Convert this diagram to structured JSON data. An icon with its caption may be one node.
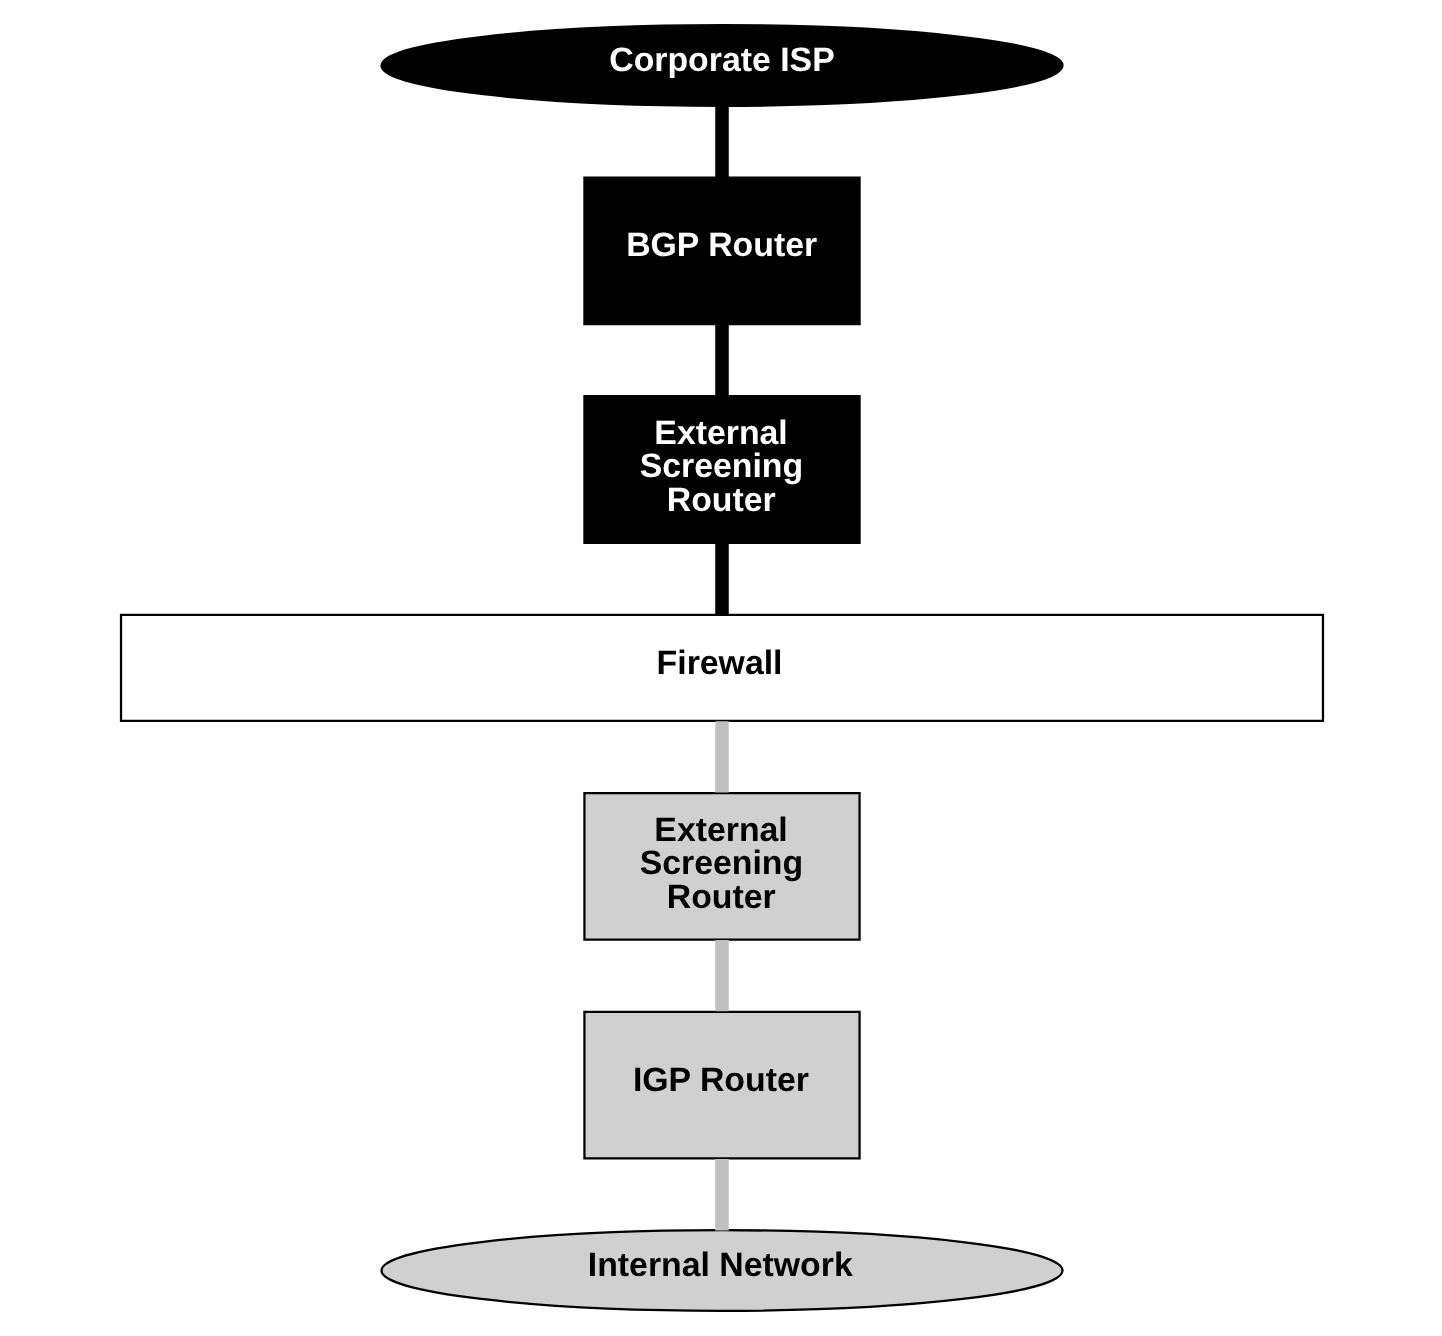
{
  "diagram": {
    "nodes": [
      {
        "text": [
          "Corporate ISP"
        ]
      },
      {
        "text": [
          "BGP Router"
        ]
      },
      {
        "text": [
          "External Screening Router"
        ]
      },
      {
        "text": [
          "Firewall"
        ]
      },
      {
        "text": [
          "External Screening Router"
        ]
      },
      {
        "text": [
          "IGP Router"
        ]
      },
      {
        "text": [
          "Internal Network"
        ]
      }
    ],
    "edges": [
      {
        "from": 0,
        "to": 1,
        "arrow": "none"
      },
      {
        "from": 1,
        "to": 2,
        "arrow": "none"
      },
      {
        "from": 2,
        "to": 3,
        "arrow": "none"
      },
      {
        "from": 3,
        "to": 4,
        "arrow": "none",
        "color": "#c0c0c0"
      },
      {
        "from": 4,
        "to": 5,
        "arrow": "none",
        "color": "#c0c0c0"
      },
      {
        "from": 5,
        "to": 6,
        "arrow": "none",
        "color": "#c0c0c0"
      }
    ]
  }
}
